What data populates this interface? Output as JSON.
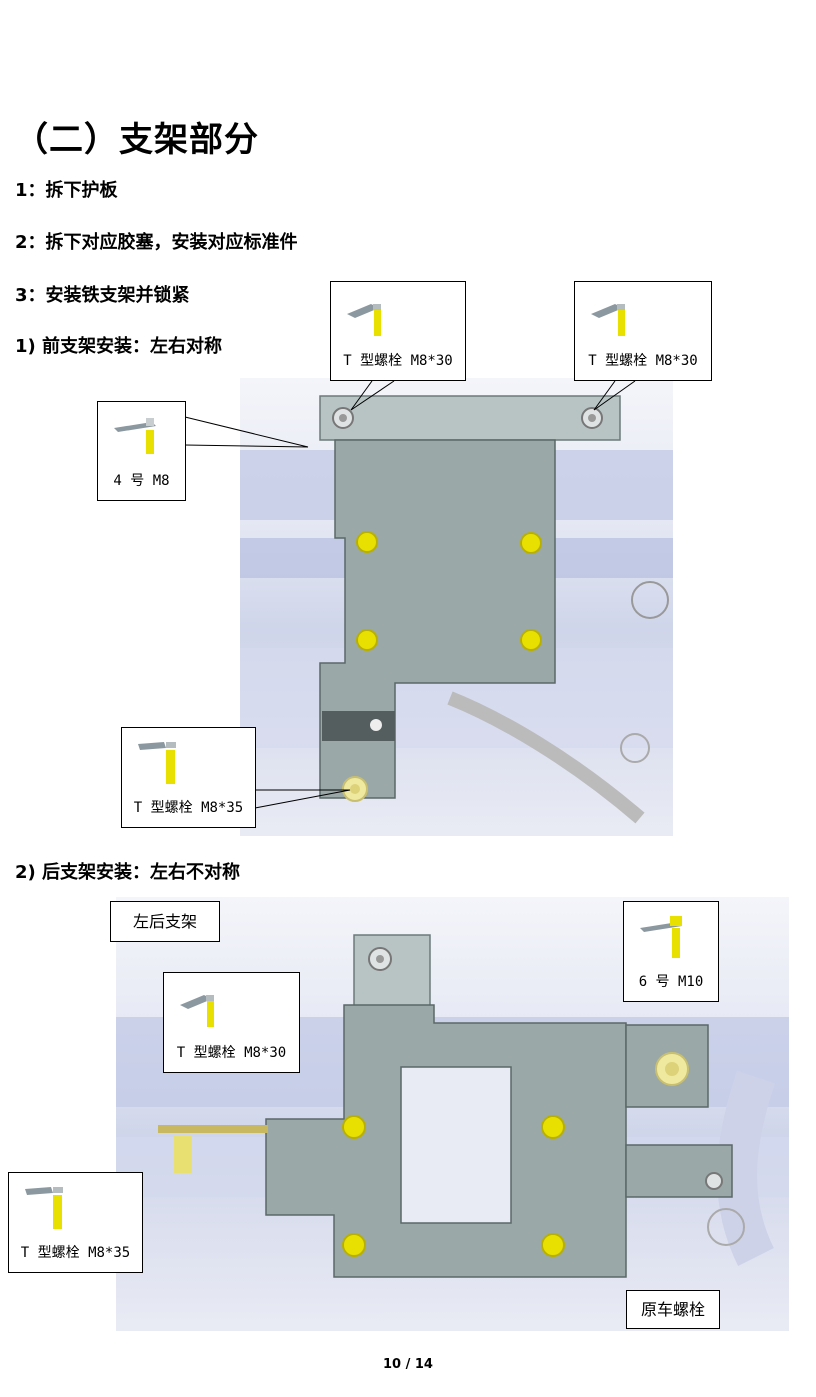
{
  "section_title": "（二）支架部分",
  "steps": {
    "s1": "1：拆下护板",
    "s2": "2：拆下对应胶塞，安装对应标准件",
    "s3": "3：安装铁支架并锁紧"
  },
  "sub1": {
    "heading": "1)  前支架安装：左右对称",
    "callouts": {
      "top_left": "T 型螺栓 M8*30",
      "top_right": "T 型螺栓 M8*30",
      "left": "4 号 M8",
      "bottom": "T 型螺栓 M8*35"
    }
  },
  "sub2": {
    "heading": "2)  后支架安装：左右不对称",
    "callouts": {
      "label_box": "左后支架",
      "top_right": "6 号 M10",
      "mid_left": "T 型螺栓 M8*30",
      "bottom_left": "T 型螺栓 M8*35",
      "bottom_right": "原车螺栓"
    }
  },
  "footer": {
    "page": "10 / 14"
  },
  "colors": {
    "bracket": "#9aa8a8",
    "bolt": "#e8e000",
    "bolt_head": "#8c98a0"
  }
}
